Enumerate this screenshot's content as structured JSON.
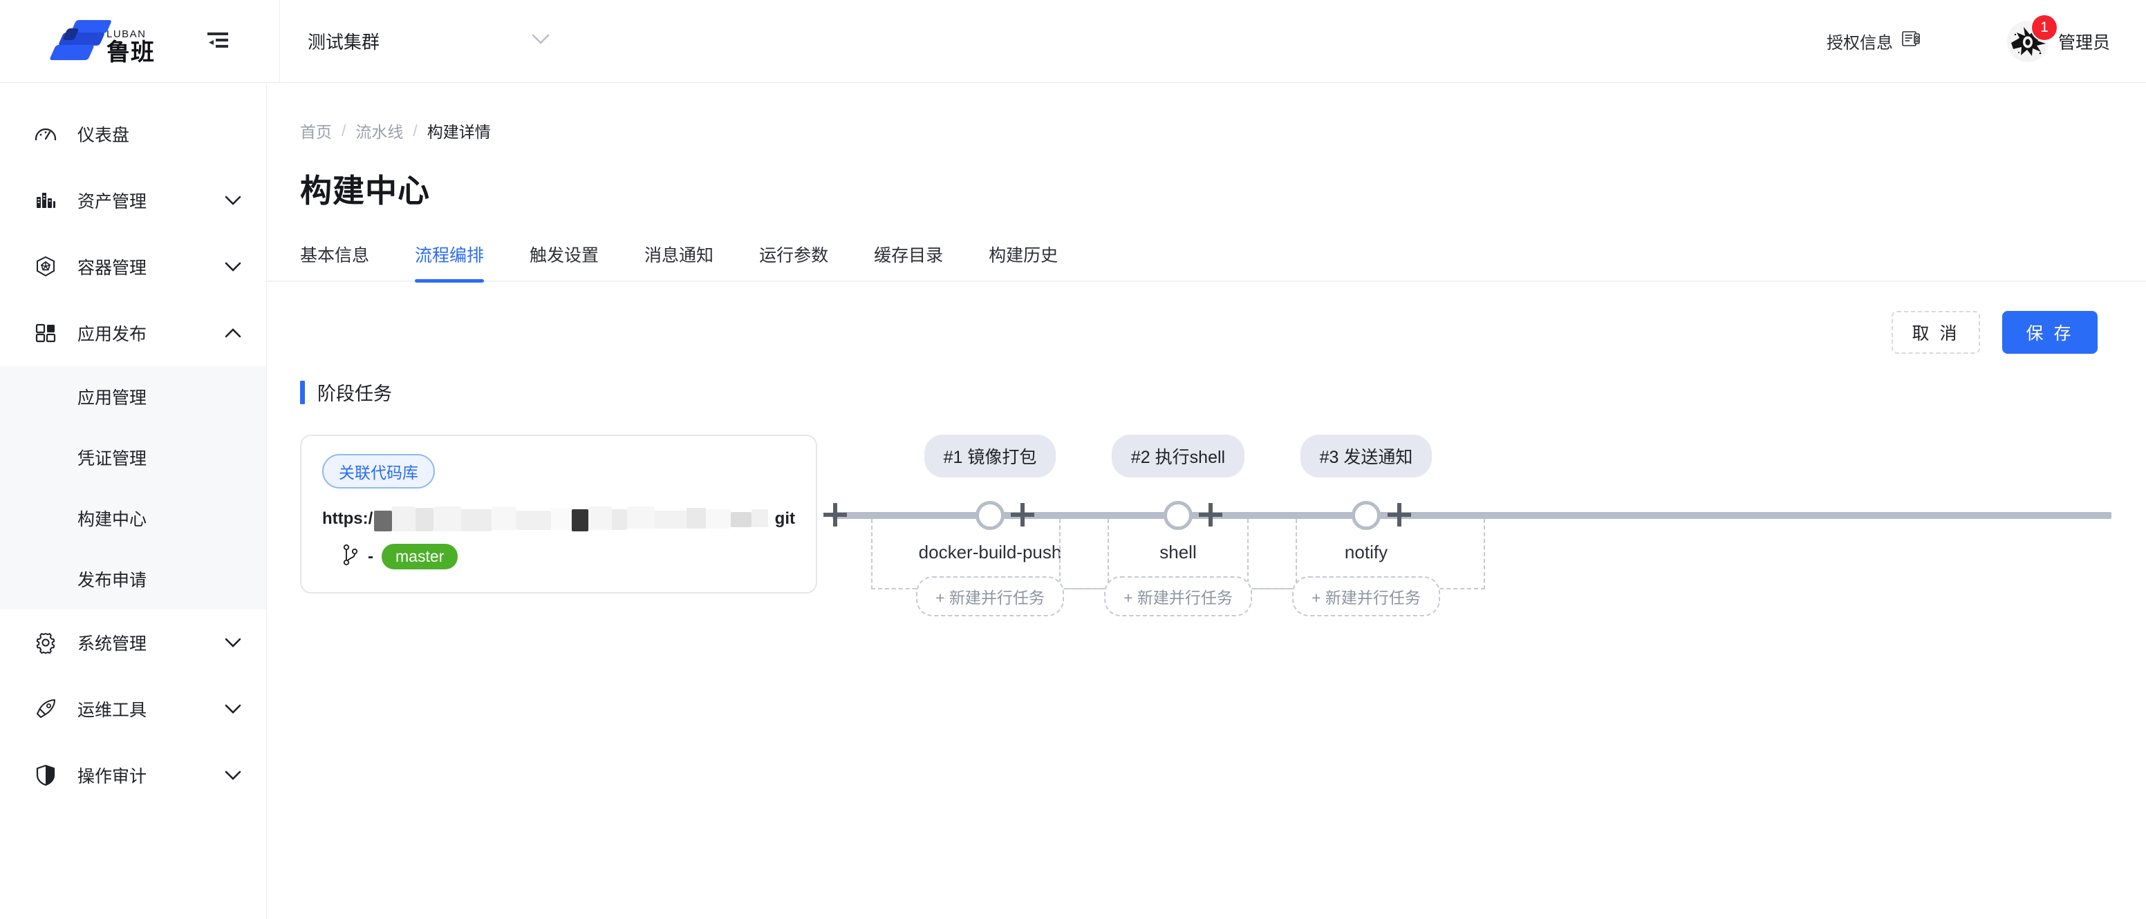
{
  "topbar": {
    "logo_en": "LUBAN",
    "logo_cn": "鲁班",
    "collapse_icon": "menu-fold-icon",
    "cluster": {
      "label": "测试集群",
      "chevron_icon": "chevron-down-icon"
    },
    "license": {
      "label": "授权信息",
      "icon": "certificate-icon"
    },
    "user": {
      "name": "管理员",
      "badge_count": "1",
      "avatar_icon": "avatar-icon",
      "badge_color": "#f5222d"
    }
  },
  "sidebar": {
    "items": [
      {
        "label": "仪表盘",
        "icon": "dashboard-icon",
        "expandable": false,
        "expanded": false
      },
      {
        "label": "资产管理",
        "icon": "server-rack-icon",
        "expandable": true,
        "expanded": false
      },
      {
        "label": "容器管理",
        "icon": "kubernetes-icon",
        "expandable": true,
        "expanded": false
      },
      {
        "label": "应用发布",
        "icon": "apps-grid-icon",
        "expandable": true,
        "expanded": true
      },
      {
        "label": "系统管理",
        "icon": "gear-icon",
        "expandable": true,
        "expanded": false
      },
      {
        "label": "运维工具",
        "icon": "rocket-icon",
        "expandable": true,
        "expanded": false
      },
      {
        "label": "操作审计",
        "icon": "shield-icon",
        "expandable": true,
        "expanded": false
      }
    ],
    "submenu": [
      {
        "label": "应用管理"
      },
      {
        "label": "凭证管理"
      },
      {
        "label": "构建中心"
      },
      {
        "label": "发布申请"
      }
    ]
  },
  "main": {
    "breadcrumb": [
      {
        "label": "首页",
        "current": false
      },
      {
        "label": "流水线",
        "current": false
      },
      {
        "label": "构建详情",
        "current": true
      }
    ],
    "breadcrumb_separator": "/",
    "page_title": "构建中心",
    "tabs": [
      {
        "label": "基本信息",
        "active": false
      },
      {
        "label": "流程编排",
        "active": true
      },
      {
        "label": "触发设置",
        "active": false
      },
      {
        "label": "消息通知",
        "active": false
      },
      {
        "label": "运行参数",
        "active": false
      },
      {
        "label": "缓存目录",
        "active": false
      },
      {
        "label": "构建历史",
        "active": false
      }
    ],
    "actions": {
      "cancel_label": "取 消",
      "save_label": "保 存"
    },
    "section_title": "阶段任务",
    "accent_color": "#2b6cf6"
  },
  "pipeline": {
    "repo": {
      "badge_label": "关联代码库",
      "url_prefix": "https:/",
      "url_suffix": "git",
      "url_redacted": true,
      "branch_icon": "git-branch-icon",
      "branch_dash": "-",
      "branch_name": "master",
      "branch_color": "#4caf28"
    },
    "add_stage_label": "+",
    "stages": [
      {
        "badge": "#1 镜像打包",
        "task": "docker-build-push",
        "add_parallel_label": "+ 新建并行任务"
      },
      {
        "badge": "#2 执行shell",
        "task": "shell",
        "add_parallel_label": "+ 新建并行任务"
      },
      {
        "badge": "#3 发送通知",
        "task": "notify",
        "add_parallel_label": "+ 新建并行任务"
      }
    ]
  }
}
